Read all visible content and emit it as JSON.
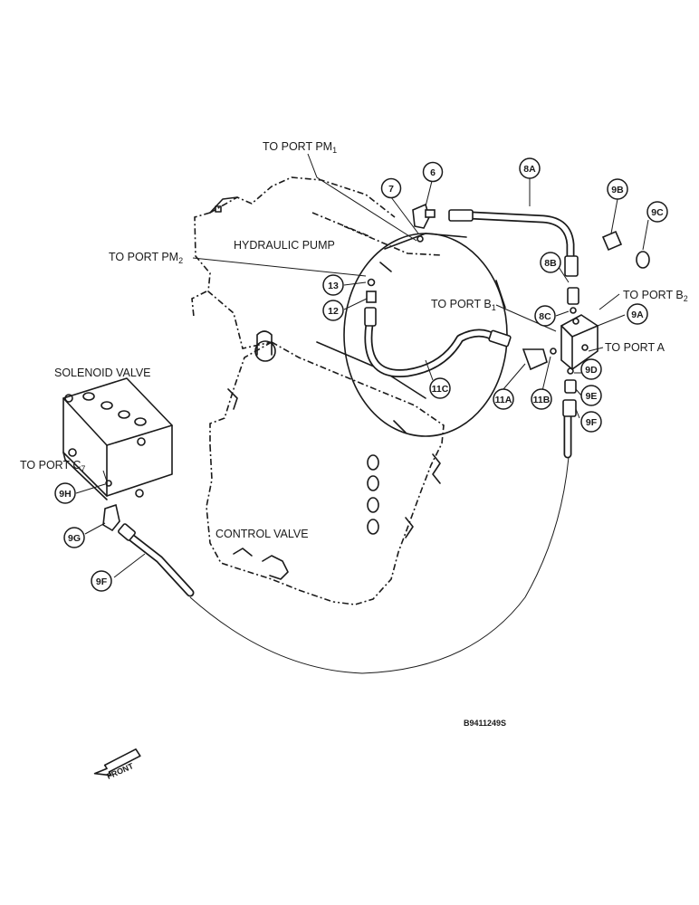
{
  "labels": {
    "to_port_pm1": "TO PORT PM",
    "to_port_pm1_sub": "1",
    "hydraulic_pump": "HYDRAULIC PUMP",
    "to_port_pm2": "TO PORT PM",
    "to_port_pm2_sub": "2",
    "to_port_b1": "TO PORT B",
    "to_port_b1_sub": "1",
    "to_port_b2": "TO PORT B",
    "to_port_b2_sub": "2",
    "to_port_a": "TO PORT A",
    "solenoid_valve": "SOLENOID VALVE",
    "to_port_c7": "TO PORT C",
    "to_port_c7_sub": "7",
    "control_valve": "CONTROL VALVE",
    "front": "FRONT",
    "drawing_code": "B9411249S"
  },
  "callouts": {
    "c6": "6",
    "c7": "7",
    "c8a": "8A",
    "c8b": "8B",
    "c8c": "8C",
    "c9a": "9A",
    "c9b": "9B",
    "c9c": "9C",
    "c9d": "9D",
    "c9e": "9E",
    "c9f_right": "9F",
    "c9f_left": "9F",
    "c9g": "9G",
    "c9h": "9H",
    "c11a": "11A",
    "c11b": "11B",
    "c11c": "11C",
    "c12": "12",
    "c13": "13"
  }
}
